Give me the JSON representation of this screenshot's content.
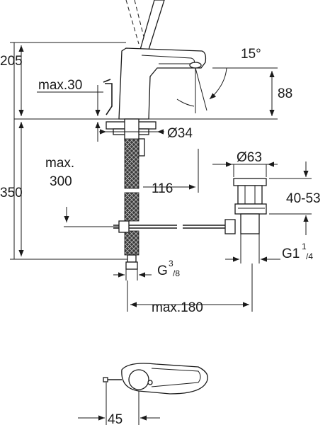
{
  "dimensions": {
    "height_spout": "205",
    "lever_clearance": "max.30",
    "spout_angle": "15°",
    "spout_height": "88",
    "hole_diameter": "Ø34",
    "drain_diameter": "Ø63",
    "max_depth": "max.",
    "max_depth_value": "300",
    "total_height": "350",
    "reach": "116",
    "drain_range": "40-53",
    "connection_thread": "G",
    "connection_sup": "3",
    "connection_sub": "/8",
    "drain_thread": "G1",
    "drain_sup": "1",
    "drain_sub": "/4",
    "max_width": "max.180",
    "lever_width": "45"
  }
}
